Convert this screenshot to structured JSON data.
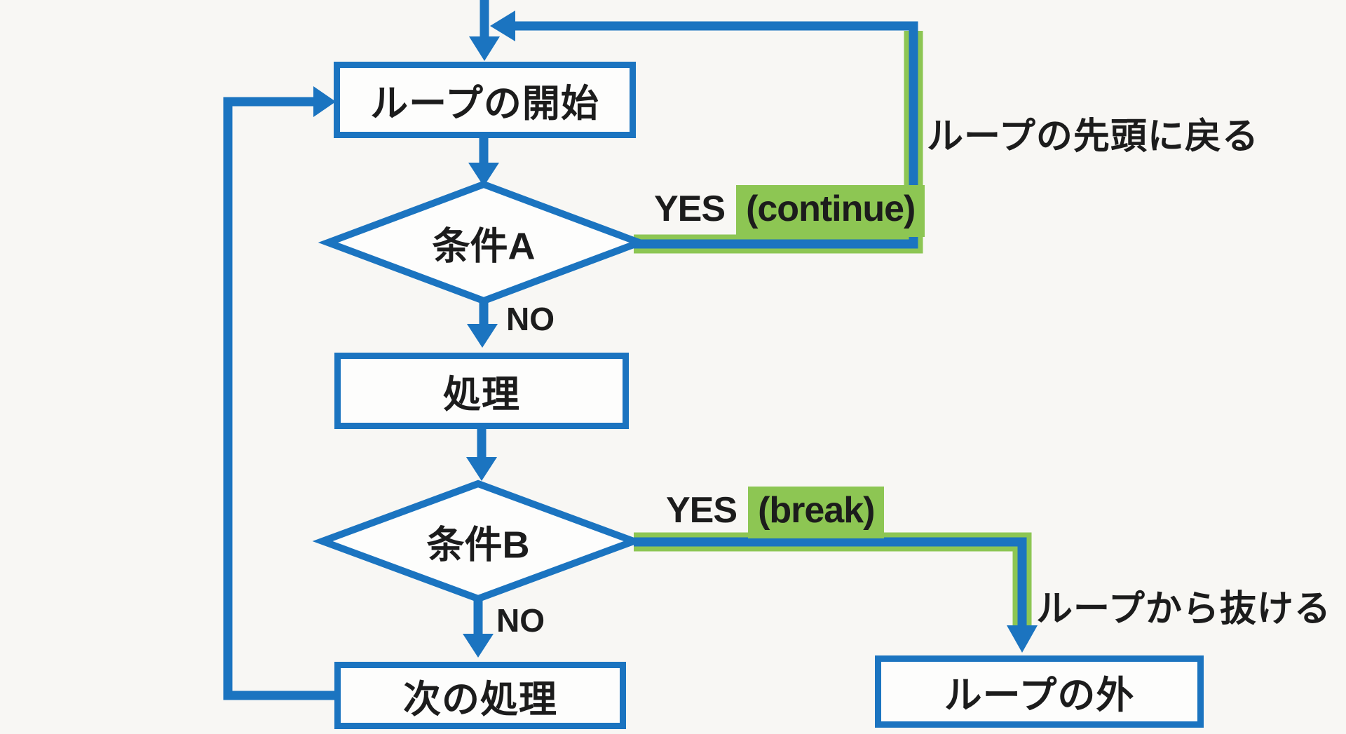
{
  "flowchart": {
    "nodes": {
      "loop_start": {
        "label": "ループの開始"
      },
      "condition_a": {
        "label": "条件A"
      },
      "process": {
        "label": "処理"
      },
      "condition_b": {
        "label": "条件B"
      },
      "next_process": {
        "label": "次の処理"
      },
      "loop_outside": {
        "label": "ループの外"
      }
    },
    "edge_labels": {
      "yes_continue": {
        "yes": "YES",
        "highlight": "(continue)"
      },
      "yes_break": {
        "yes": "YES",
        "highlight": "(break)"
      },
      "no_after_a": "NO",
      "no_after_b": "NO",
      "return_annotation": "ループの先頭に戻る",
      "exit_annotation": "ループから抜ける"
    },
    "colors": {
      "line_blue": "#1b74c0",
      "highlight_green": "#8dc653",
      "text": "#1c1c1c",
      "background": "#f8f7f4",
      "node_fill": "#fdfdfc"
    }
  }
}
